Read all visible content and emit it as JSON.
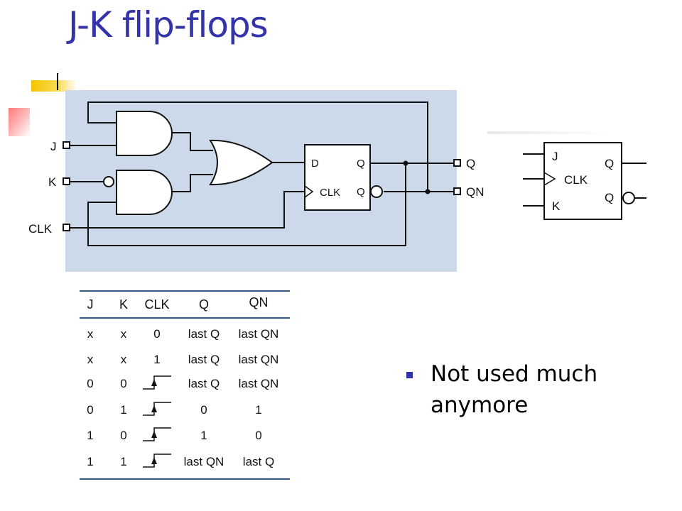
{
  "slide": {
    "title": "J-K flip-flops",
    "bullet": "Not used much anymore"
  },
  "circuit": {
    "inputs": [
      "J",
      "K",
      "CLK"
    ],
    "outputs": [
      "Q",
      "QN"
    ],
    "dff_labels": {
      "d": "D",
      "q": "Q",
      "q_bar": "Q",
      "clk": "CLK"
    }
  },
  "symbol": {
    "pins": {
      "j": "J",
      "clk": "CLK",
      "k": "K",
      "q": "Q",
      "q_bar": "Q"
    }
  },
  "truth_table": {
    "headers": [
      "J",
      "K",
      "CLK",
      "Q",
      "QN"
    ],
    "rows": [
      [
        "x",
        "x",
        "0",
        "last Q",
        "last QN"
      ],
      [
        "x",
        "x",
        "1",
        "last Q",
        "last QN"
      ],
      [
        "0",
        "0",
        "↑",
        "last Q",
        "last QN"
      ],
      [
        "0",
        "1",
        "↑",
        "0",
        "1"
      ],
      [
        "1",
        "0",
        "↑",
        "1",
        "0"
      ],
      [
        "1",
        "1",
        "↑",
        "last QN",
        "last Q"
      ]
    ]
  },
  "colors": {
    "title": "#3333aa",
    "circuit_bg": "#ccd9ea",
    "table_rule": "#2f5b8a"
  }
}
